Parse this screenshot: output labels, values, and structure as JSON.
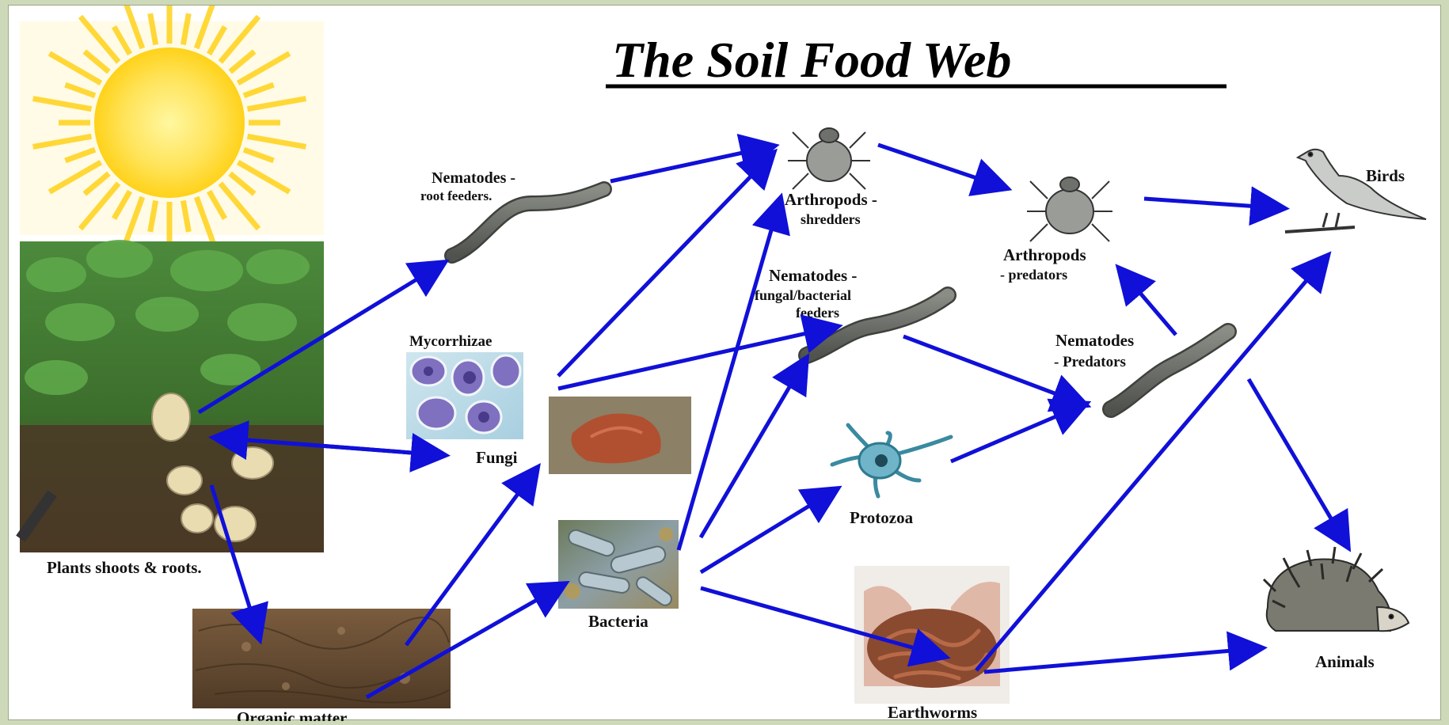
{
  "title": "The Soil Food Web",
  "colors": {
    "arrow": "#1010d8",
    "background": "#cdd9b8",
    "nematode": "#6b6e6a",
    "sun": "#ffd21a"
  },
  "nodes": {
    "plants": {
      "label": "Plants shoots & roots.",
      "icon": "potato-plant-photo"
    },
    "organic_matter": {
      "label": "Organic matter",
      "icon": "soil-photo"
    },
    "mycorrhizae": {
      "label": "Mycorrhizae",
      "icon": "mycorrhizae-micrograph"
    },
    "fungi": {
      "label": "Fungi",
      "icon": "fungi-photo"
    },
    "bacteria": {
      "label": "Bacteria",
      "icon": "bacteria-micrograph"
    },
    "nematodes_root": {
      "label1": "Nematodes -",
      "label2": "root feeders.",
      "icon": "nematode-icon"
    },
    "nematodes_fb": {
      "label1": "Nematodes -",
      "label2": "fungal/bacterial",
      "label3": "feeders",
      "icon": "nematode-icon"
    },
    "nematodes_pred": {
      "label1": "Nematodes",
      "label2": "-  Predators",
      "icon": "nematode-icon"
    },
    "arthropods_shred": {
      "label1": "Arthropods -",
      "label2": "shredders",
      "icon": "mite-icon"
    },
    "arthropods_pred": {
      "label1": "Arthropods",
      "label2": "- predators",
      "icon": "mite-icon"
    },
    "protozoa": {
      "label": "Protozoa",
      "icon": "protozoa-icon"
    },
    "earthworms": {
      "label": "Earthworms",
      "icon": "earthworms-photo"
    },
    "birds": {
      "label": "Birds",
      "icon": "bird-icon"
    },
    "animals": {
      "label": "Animals",
      "icon": "hedgehog-icon"
    },
    "sun": {
      "icon": "sun-icon"
    }
  }
}
